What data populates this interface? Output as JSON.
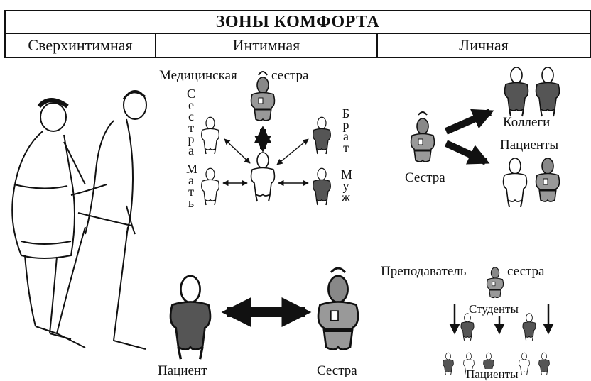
{
  "title": "ЗОНЫ КОМФОРТА",
  "columns": [
    "Сверхинтимная",
    "Интимная",
    "Личная"
  ],
  "intimate": {
    "top_left": "Медицинская",
    "top_right": "сестра",
    "sister": "Сестра",
    "brother": "Брат",
    "mother": "Мать",
    "husband": "Муж"
  },
  "super_intimate": {
    "patient": "Пациент",
    "nurse": "Сестра"
  },
  "personal": {
    "nurse": "Сестра",
    "colleagues": "Коллеги",
    "patients": "Пациенты",
    "teacher_left": "Преподаватель",
    "teacher_right": "сестра",
    "students": "Студенты",
    "patients_bottom": "Пациенты"
  }
}
